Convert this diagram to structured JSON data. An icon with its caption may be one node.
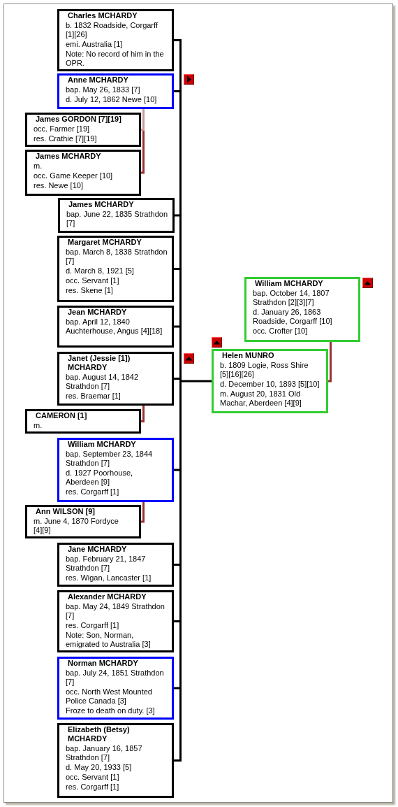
{
  "diagram": {
    "nodes": [
      {
        "text": [
          "Charles MCHARDY",
          "b. 1832 Roadside, Corgarff [1][26]",
          "emi. Australia [1]",
          "Note: No record of him in the OPR."
        ]
      },
      {
        "text": [
          "Anne MCHARDY",
          "bap. May 26, 1833 [7]",
          "d. July 12, 1862 Newe [10]"
        ]
      },
      {
        "text": [
          "James GORDON [7][19]",
          "occ. Farmer [19]",
          "res. Crathie [7][19]"
        ]
      },
      {
        "text": [
          "James MCHARDY",
          "m.",
          "occ. Game Keeper [10]",
          "res. Newe [10]"
        ]
      },
      {
        "text": [
          "James MCHARDY",
          "bap. June 22, 1835 Strathdon [7]"
        ]
      },
      {
        "text": [
          "Margaret MCHARDY",
          "bap. March 8, 1838 Strathdon [7]",
          "d. March 8, 1921 [5]",
          "occ. Servant [1]",
          "res. Skene [1]"
        ]
      },
      {
        "text": [
          "Jean MCHARDY",
          "bap. April 12, 1840 Auchterhouse, Angus [4][18]"
        ]
      },
      {
        "text": [
          "Janet (Jessie [1]) MCHARDY",
          "bap. August 14, 1842 Strathdon [7]",
          "res. Braemar [1]"
        ]
      },
      {
        "text": [
          "CAMERON [1]",
          "m."
        ]
      },
      {
        "text": [
          "William MCHARDY",
          "bap. September 23, 1844 Strathdon [7]",
          "d. 1927 Poorhouse, Aberdeen [9]",
          "res. Corgarff [1]"
        ]
      },
      {
        "text": [
          "Ann WILSON [9]",
          "m. June 4, 1870 Fordyce [4][9]"
        ]
      },
      {
        "text": [
          "Jane MCHARDY",
          "bap. February 21, 1847 Strathdon [7]",
          "res. Wigan, Lancaster [1]"
        ]
      },
      {
        "text": [
          "Alexander MCHARDY",
          "bap. May 24, 1849 Strathdon [7]",
          "res. Corgarff [1]",
          "Note: Son, Norman, emigrated to Australia [3]"
        ]
      },
      {
        "text": [
          "Norman MCHARDY",
          "bap. July 24, 1851 Strathdon [7]",
          "occ. North West Mounted Police Canada [3]",
          "Froze to death on duty. [3]"
        ]
      },
      {
        "text": [
          "Elizabeth (Betsy) MCHARDY",
          "bap. January 16, 1857 Strathdon [7]",
          "d. May 20, 1933 [5]",
          "occ. Servant [1]",
          "res. Corgarff [1]"
        ]
      },
      {
        "text": [
          "William MCHARDY",
          "bap. October 14, 1807 Strathdon [2][3][7]",
          "d. January 26, 1863 Roadside, Corgarff [10]",
          "occ. Crofter [10]"
        ]
      },
      {
        "text": [
          "Helen MUNRO",
          "b. 1809 Logie, Ross Shire [5][16][26]",
          "d. December 10, 1893 [5][10]",
          "m. August 20, 1831 Old Machar, Aberdeen [4][9]"
        ]
      }
    ],
    "edges": [
      {
        "from": 15,
        "to": 16,
        "arrow": "none",
        "color": "#993333"
      },
      {
        "from": 16,
        "to": 0,
        "arrow": "none"
      },
      {
        "from": 16,
        "to": 1,
        "arrow": "none"
      },
      {
        "from": 16,
        "to": 4,
        "arrow": "none"
      },
      {
        "from": 16,
        "to": 5,
        "arrow": "none"
      },
      {
        "from": 16,
        "to": 6,
        "arrow": "none"
      },
      {
        "from": 16,
        "to": 7,
        "arrow": "none"
      },
      {
        "from": 16,
        "to": 9,
        "arrow": "none"
      },
      {
        "from": 16,
        "to": 11,
        "arrow": "none"
      },
      {
        "from": 16,
        "to": 12,
        "arrow": "none"
      },
      {
        "from": 16,
        "to": 13,
        "arrow": "none"
      },
      {
        "from": 16,
        "to": 14,
        "arrow": "none"
      },
      {
        "from": 1,
        "to": 2,
        "arrow": "none",
        "color": "#cc9999"
      },
      {
        "from": 1,
        "to": 3,
        "arrow": "none",
        "color": "#993333"
      },
      {
        "from": 7,
        "to": 8,
        "arrow": "none",
        "color": "#993333"
      },
      {
        "from": 9,
        "to": 10,
        "arrow": "none",
        "color": "#993333"
      }
    ]
  }
}
